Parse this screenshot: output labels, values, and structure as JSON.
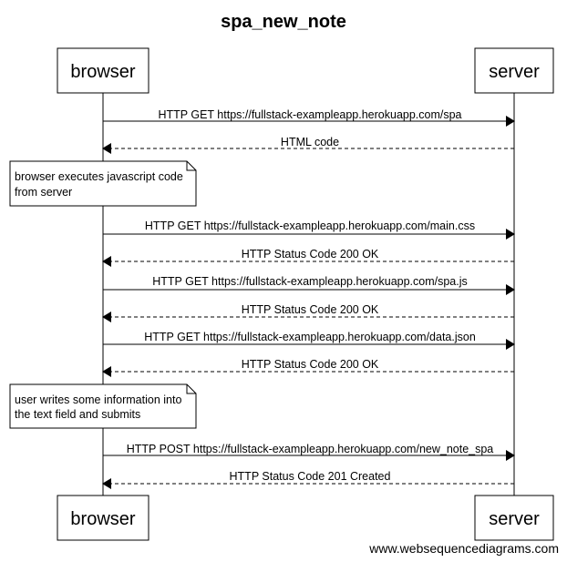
{
  "title": "spa_new_note",
  "actors": {
    "browser": "browser",
    "server": "server"
  },
  "messages": [
    {
      "label": "HTTP GET https://fullstack-exampleapp.herokuapp.com/spa",
      "from": "browser",
      "to": "server",
      "style": "solid"
    },
    {
      "label": "HTML code",
      "from": "server",
      "to": "browser",
      "style": "dashed"
    },
    {
      "label": "HTTP GET https://fullstack-exampleapp.herokuapp.com/main.css",
      "from": "browser",
      "to": "server",
      "style": "solid"
    },
    {
      "label": "HTTP Status Code 200 OK",
      "from": "server",
      "to": "browser",
      "style": "dashed"
    },
    {
      "label": "HTTP GET https://fullstack-exampleapp.herokuapp.com/spa.js",
      "from": "browser",
      "to": "server",
      "style": "solid"
    },
    {
      "label": "HTTP Status Code 200 OK",
      "from": "server",
      "to": "browser",
      "style": "dashed"
    },
    {
      "label": "HTTP GET https://fullstack-exampleapp.herokuapp.com/data.json",
      "from": "browser",
      "to": "server",
      "style": "solid"
    },
    {
      "label": "HTTP Status Code 200 OK",
      "from": "server",
      "to": "browser",
      "style": "dashed"
    },
    {
      "label": "HTTP POST https://fullstack-exampleapp.herokuapp.com/new_note_spa",
      "from": "browser",
      "to": "server",
      "style": "solid"
    },
    {
      "label": "HTTP Status Code 201 Created",
      "from": "server",
      "to": "browser",
      "style": "dashed"
    }
  ],
  "notes": [
    {
      "lines": [
        "browser executes javascript code",
        "from server"
      ]
    },
    {
      "lines": [
        "user writes some information into",
        "the text field and submits"
      ]
    }
  ],
  "watermark": "www.websequencediagrams.com"
}
